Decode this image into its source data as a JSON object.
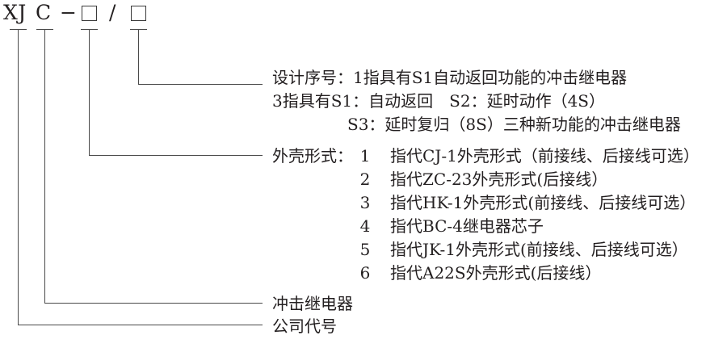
{
  "diagram": {
    "type": "model-designation",
    "title_code": {
      "tokens": [
        {
          "text": "XJ",
          "kind": "text"
        },
        {
          "text": "C",
          "kind": "text"
        },
        {
          "text": "−",
          "kind": "text"
        },
        {
          "text": "□",
          "kind": "box"
        },
        {
          "text": "/",
          "kind": "text"
        },
        {
          "text": "□",
          "kind": "box"
        }
      ]
    },
    "callouts": [
      {
        "id": "design-serial",
        "source_token": "second-box",
        "lines": [
          {
            "text": "设计序号：1指具有S1自动返回功能的冲击继电器",
            "indent": 0
          },
          {
            "text": "3指具有S1：自动返回　S2：延时动作（4S）",
            "indent": 0
          },
          {
            "text": "S3：延时复归（8S）三种新功能的冲击继电器",
            "indent": 93
          }
        ]
      },
      {
        "id": "shell-form",
        "source_token": "first-box",
        "label": "外壳形式：",
        "items": [
          {
            "num": "1",
            "desc": "指代CJ-1外壳形式（前接线、后接线可选）"
          },
          {
            "num": "2",
            "desc": "指代ZC-23外壳形式(后接线）"
          },
          {
            "num": "3",
            "desc": "指代HK-1外壳形式(前接线、后接线可选）"
          },
          {
            "num": "4",
            "desc": "指代BC-4继电器芯子"
          },
          {
            "num": "5",
            "desc": "指代JK-1外壳形式(前接线、后接线可选）"
          },
          {
            "num": "6",
            "desc": "指代A22S外壳形式(后接线）"
          }
        ]
      },
      {
        "id": "product-name",
        "source_token": "C",
        "text": "冲击继电器"
      },
      {
        "id": "company-code",
        "source_token": "XJ",
        "text": "公司代号"
      }
    ]
  },
  "colors": {
    "ink": "#231f20",
    "line": "#4a4a4a",
    "background": "#ffffff"
  }
}
